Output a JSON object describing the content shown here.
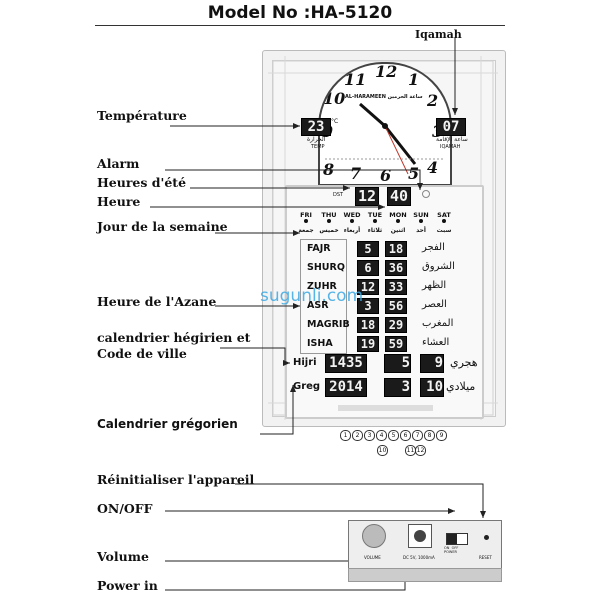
{
  "title": "Model No :HA-5120",
  "labels": {
    "iqamah": "Iqamah",
    "temperature": "Température",
    "alarm": "Alarm",
    "summer": "Heures d'été",
    "hour": "Heure",
    "weekday": "Jour de la semaine",
    "azan": "Heure de l'Azane",
    "hijri_city_1": "calendrier hégirien et",
    "hijri_city_2": "Code de ville",
    "gregorian": "Calendrier grégorien",
    "reset": "Réinitialiser l'appareil",
    "onoff": "ON/OFF",
    "volume": "Volume",
    "power": "Power in"
  },
  "clock": {
    "numerals": [
      "12",
      "1",
      "2",
      "3",
      "4",
      "5",
      "6",
      "7",
      "8",
      "9",
      "10",
      "11"
    ],
    "brand": "AL-HARAMEEN  ساعة الحرمين",
    "temp": "23",
    "temp_unit": "°C",
    "temp_ar": "الحرارة",
    "temp_en": "TEMP",
    "iqamah": "07",
    "iqamah_ar": "ساعة الإقامة",
    "iqamah_en": "IQAMAH"
  },
  "time": {
    "dst": "DST",
    "hour": "12",
    "minute": "40"
  },
  "days": {
    "en": [
      "FRI",
      "THU",
      "WED",
      "TUE",
      "MON",
      "SUN",
      "SAT"
    ],
    "ar": [
      "جمعة",
      "خميس",
      "أربعاء",
      "ثلاثاء",
      "اثنين",
      "أحد",
      "سبت"
    ]
  },
  "prayers": [
    {
      "en": "FAJR",
      "h": "5",
      "m": "18",
      "ar": "الفجر"
    },
    {
      "en": "SHURQ",
      "h": "6",
      "m": "36",
      "ar": "الشروق"
    },
    {
      "en": "ZUHR",
      "h": "12",
      "m": "33",
      "ar": "الظهر"
    },
    {
      "en": "ASR",
      "h": "3",
      "m": "56",
      "ar": "العصر"
    },
    {
      "en": "MAGRIB",
      "h": "18",
      "m": "29",
      "ar": "المغرب"
    },
    {
      "en": "ISHA",
      "h": "19",
      "m": "59",
      "ar": "العشاء"
    }
  ],
  "hijri": {
    "label": "Hijri",
    "year": "1435",
    "month": "5",
    "day": "9",
    "ar": "هجري"
  },
  "greg": {
    "label": "Greg",
    "year": "2014",
    "month": "3",
    "day": "10",
    "ar": "ميلادي"
  },
  "back_panel": {
    "volume": "VOLUME",
    "power": "DC 5V, 1000mA",
    "onoff": "ON  OFF\nPOWER",
    "reset": "RESET"
  },
  "watermark": "sugunli.com"
}
